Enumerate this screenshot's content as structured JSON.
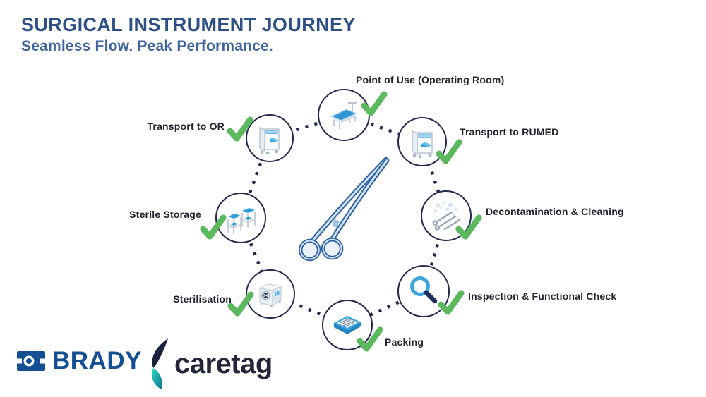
{
  "header": {
    "title": "SURGICAL INSTRUMENT JOURNEY",
    "subtitle": "Seamless Flow. Peak Performance."
  },
  "stages": [
    {
      "label": "Point of Use (Operating Room)",
      "icon": "operating-table-icon",
      "status": "checked"
    },
    {
      "label": "Transport to RUMED",
      "icon": "transport-cart-icon",
      "status": "checked"
    },
    {
      "label": "Decontamination & Cleaning",
      "icon": "instrument-washing-icon",
      "status": "checked"
    },
    {
      "label": "Inspection & Functional Check",
      "icon": "magnifier-icon",
      "status": "checked"
    },
    {
      "label": "Packing",
      "icon": "instrument-tray-icon",
      "status": "checked"
    },
    {
      "label": "Sterilisation",
      "icon": "sterilizer-icon",
      "status": "checked"
    },
    {
      "label": "Sterile Storage",
      "icon": "storage-shelves-icon",
      "status": "checked"
    },
    {
      "label": "Transport to OR",
      "icon": "transport-trolley-icon",
      "status": "checked"
    }
  ],
  "center": {
    "icon": "surgical-forceps-icon"
  },
  "footer": {
    "brady_text": "BRADY",
    "caretag_text": "caretag"
  },
  "colors": {
    "title_blue": "#2E5086",
    "subtitle_blue": "#40659F",
    "label_dark": "#20242E",
    "ring_navy": "#232A4D",
    "check_green": "#5CB85C",
    "icon_blue": "#2E9FD8",
    "forceps_blue": "#2F5F9E",
    "brady_blue": "#134F92",
    "caretag_navy": "#1B2240",
    "caretag_teal": "#14B8A6"
  }
}
